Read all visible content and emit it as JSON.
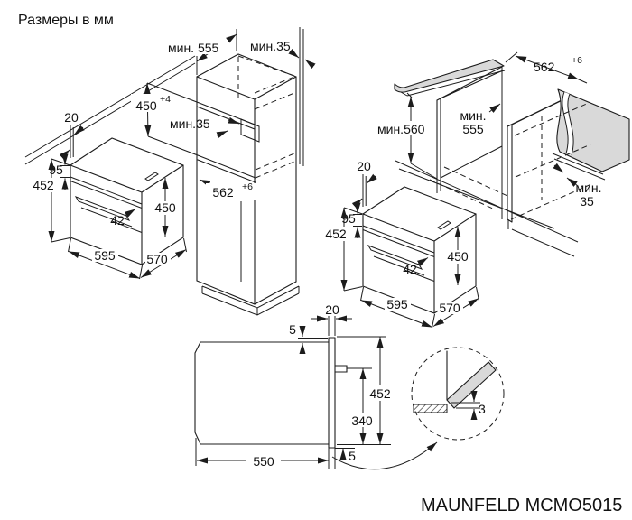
{
  "title": "Размеры в мм",
  "model": "MAUNFELD MCMO5015",
  "colors": {
    "line": "#1c1c1c",
    "panel_gray": "#d9d9d9"
  },
  "oven": {
    "frame_width": "20",
    "panel_height": "95",
    "total_height": "452",
    "handle_offset": "42",
    "side_height": "450",
    "width": "595",
    "depth": "570"
  },
  "column": {
    "top_depth": "мин. 555",
    "rear_top_gap": "мин.35",
    "niche_height": "450",
    "niche_height_tol": "+4",
    "rear_vent_gap": "мин.35",
    "niche_depth": "562",
    "niche_depth_tol": "+6"
  },
  "base_cabinet": {
    "worktop_depth": "562",
    "worktop_depth_tol": "+6",
    "niche_height": "мин.560",
    "side_depth_line1": "мин.",
    "side_depth_line2": "555",
    "rear_gap_line1": "мин.",
    "rear_gap_line2": "35"
  },
  "front_view": {
    "top_gap": "5",
    "door_overlap": "20",
    "height": "452",
    "handle_height": "340",
    "width": "550",
    "bottom_gap": "5"
  },
  "door_detail": {
    "clearance": "3"
  }
}
